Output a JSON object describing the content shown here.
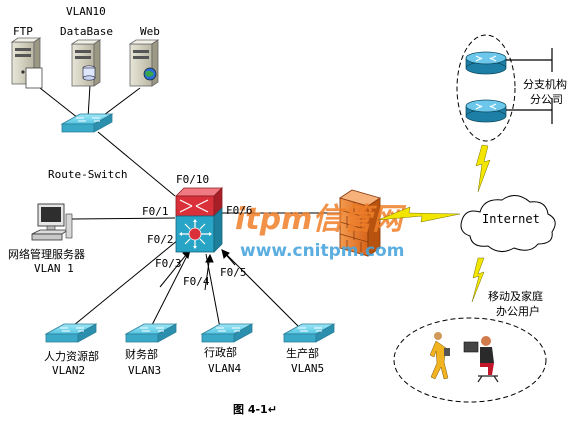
{
  "colors": {
    "router_red": "#d9303a",
    "switch_cyan": "#4cc0dc",
    "firewall_orange": "#e8772a",
    "lightning_yellow": "#f2e500",
    "watermark_orange": "#f07f2a",
    "watermark_blue": "#4aa6dc",
    "line": "#000000"
  },
  "labels": {
    "vlan10": "VLAN10",
    "ftp": "FTP",
    "database": "DataBase",
    "web": "Web",
    "route_switch": "Route-Switch",
    "f0_10": "F0/10",
    "f0_1": "F0/1",
    "f0_6": "F0/6",
    "f0_2": "F0/2",
    "f0_3": "F0/3",
    "f0_4": "F0/4",
    "f0_5": "F0/5",
    "mgmt_server": "网络管理服务器",
    "vlan1": "VLAN 1",
    "dept_hr": "人力资源部",
    "vlan2": "VLAN2",
    "dept_finance": "财务部",
    "vlan3": "VLAN3",
    "dept_admin": "行政部",
    "vlan4": "VLAN4",
    "dept_production": "生产部",
    "vlan5": "VLAN5",
    "internet": "Internet",
    "branch_line1": "分支机构",
    "branch_line2": "分公司",
    "mobile_line1": "移动及家庭",
    "mobile_line2": "办公用户",
    "caption": "图 4-1↵",
    "watermark_main": "itpm信管网",
    "watermark_url": "www.cnitpm.com"
  },
  "icons": {
    "server": "server-icon",
    "switch": "switch-icon",
    "router": "router-icon",
    "firewall": "firewall-icon",
    "cloud": "cloud-icon",
    "pc": "workstation-icon",
    "person": "person-icon"
  }
}
